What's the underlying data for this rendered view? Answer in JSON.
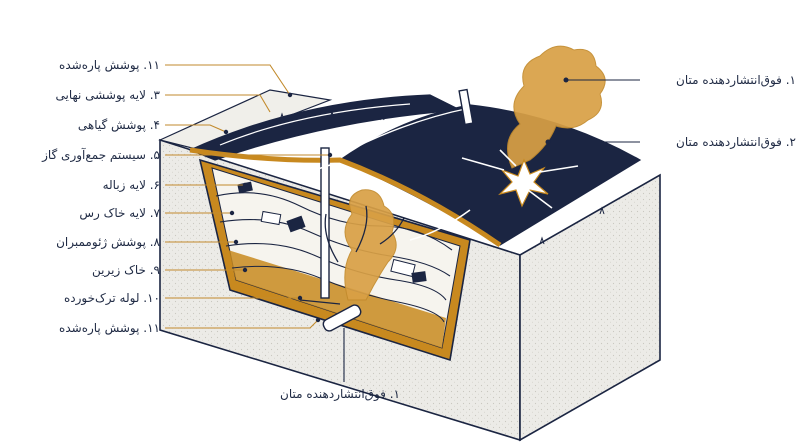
{
  "colors": {
    "navy": "#1b2542",
    "gold": "#c8891f",
    "plume": "#d9a045",
    "soil": "#f6f4ee",
    "ground": "#ecebe7",
    "line": "#c28a2c"
  },
  "left_labels": [
    "۱۱. پوشش پارەشده",
    "۳. لایه پوششی نهایی",
    "۴. پوشش گیاهی",
    "۵. سیستم جمع‌آوری گاز",
    "۶. لایه زباله",
    "۷. لایه خاک رس",
    "۸. پوشش ژئوممبران",
    "۹. خاک زیرین",
    "۱۰. لوله ترک‌خورده",
    "۱۱. پوشش پارەشده"
  ],
  "right_labels": [
    "۱. فوق‌انتشاردهنده متان",
    "۲. فوق‌انتشاردهنده متان"
  ],
  "bottom_label": "۱. فوق‌انتشاردهنده متان"
}
